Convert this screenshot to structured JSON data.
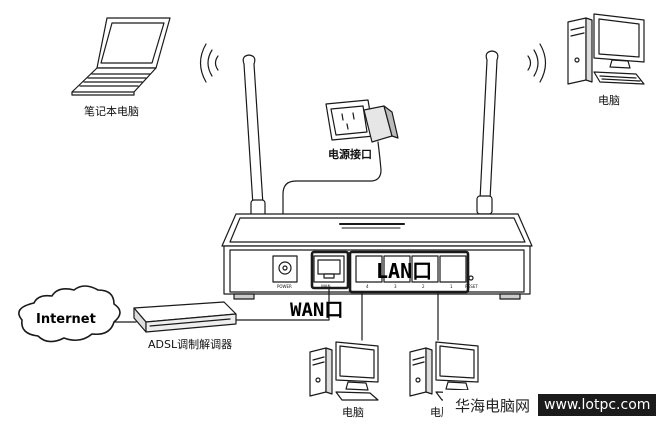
{
  "devices": {
    "laptop": {
      "label": "笔记本电脑"
    },
    "desktop_top": {
      "label": "电脑"
    },
    "power_socket": {
      "label": "电源接口"
    },
    "adsl_modem": {
      "label": "ADSL调制解调器"
    },
    "desktop_bottom_left": {
      "label": "电脑"
    },
    "desktop_bottom_right": {
      "label": "电脑"
    }
  },
  "cloud": {
    "label": "Internet"
  },
  "router": {
    "lan_label": "LAN口",
    "wan_label": "WAN口",
    "port_power": "POWER",
    "port_wan": "WAN",
    "port_reset": "RESET",
    "lan_ports": [
      "4",
      "3",
      "2",
      "1"
    ]
  },
  "watermark": {
    "site_name": "华海电脑网",
    "url": "www.lotpc.com"
  },
  "colors": {
    "line": "#1a1a1a",
    "fill": "#ffffff",
    "shade": "#d8d8d8"
  }
}
